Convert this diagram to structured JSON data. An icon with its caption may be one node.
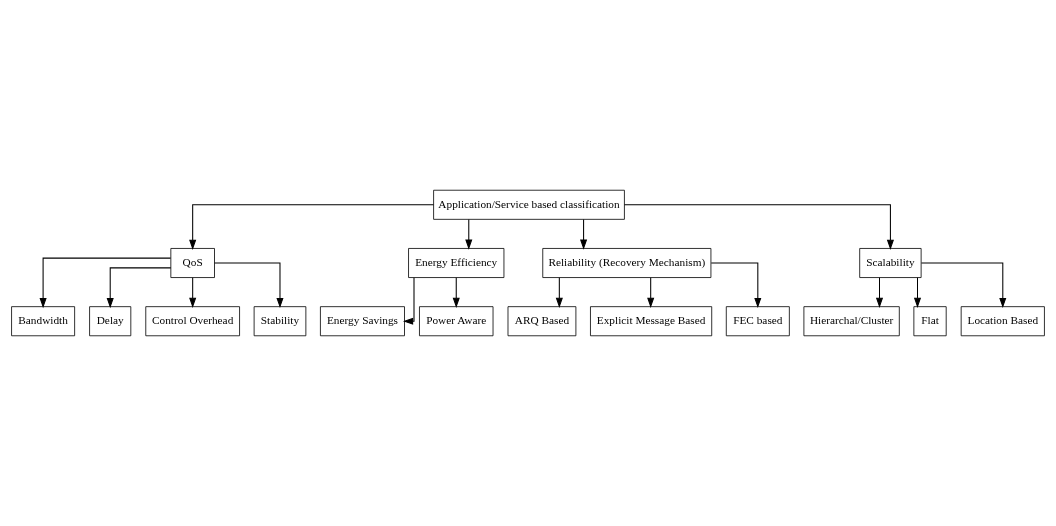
{
  "diagram": {
    "nodes": [
      {
        "text": [
          "Application/Service based classification"
        ]
      },
      {
        "text": [
          "QoS"
        ]
      },
      {
        "text": [
          "Energy Efficiency"
        ]
      },
      {
        "text": [
          "Reliability (Recovery Mechanism)"
        ]
      },
      {
        "text": [
          "Scalability"
        ]
      },
      {
        "text": [
          "Bandwidth"
        ]
      },
      {
        "text": [
          "Delay"
        ]
      },
      {
        "text": [
          "Control Overhead"
        ]
      },
      {
        "text": [
          "Stability"
        ]
      },
      {
        "text": [
          "Energy Savings"
        ]
      },
      {
        "text": [
          "Power Aware"
        ]
      },
      {
        "text": [
          "ARQ Based"
        ]
      },
      {
        "text": [
          "Explicit Message Based"
        ]
      },
      {
        "text": [
          "FEC based"
        ]
      },
      {
        "text": [
          "Hierarchal/Cluster"
        ]
      },
      {
        "text": [
          "Flat"
        ]
      },
      {
        "text": [
          "Location Based"
        ]
      }
    ],
    "edges": [
      {
        "from": 0,
        "to": 1,
        "arrow": "to"
      },
      {
        "from": 0,
        "to": 2,
        "arrow": "to"
      },
      {
        "from": 0,
        "to": 3,
        "arrow": "to"
      },
      {
        "from": 0,
        "to": 4,
        "arrow": "to"
      },
      {
        "from": 1,
        "to": 5,
        "arrow": "to"
      },
      {
        "from": 1,
        "to": 6,
        "arrow": "to"
      },
      {
        "from": 1,
        "to": 7,
        "arrow": "to"
      },
      {
        "from": 1,
        "to": 8,
        "arrow": "to"
      },
      {
        "from": 2,
        "to": 9,
        "arrow": "to"
      },
      {
        "from": 2,
        "to": 10,
        "arrow": "to"
      },
      {
        "from": 3,
        "to": 11,
        "arrow": "to"
      },
      {
        "from": 3,
        "to": 12,
        "arrow": "to"
      },
      {
        "from": 3,
        "to": 13,
        "arrow": "to"
      },
      {
        "from": 4,
        "to": 14,
        "arrow": "to"
      },
      {
        "from": 4,
        "to": 15,
        "arrow": "to"
      },
      {
        "from": 4,
        "to": 16,
        "arrow": "to"
      }
    ]
  }
}
